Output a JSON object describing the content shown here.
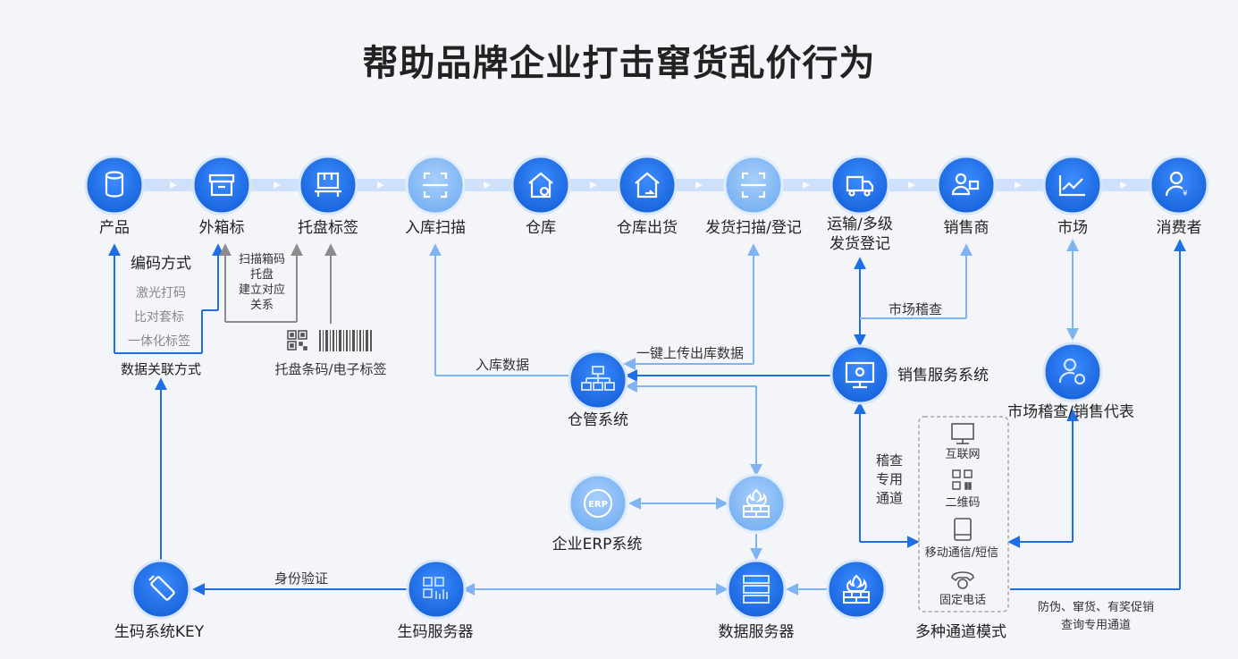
{
  "title": "帮助品牌企业打击窜货乱价行为",
  "top_nodes": [
    {
      "id": "product",
      "label": "产品",
      "icon": "cylinder-icon"
    },
    {
      "id": "carton",
      "label": "外箱标",
      "icon": "box-icon"
    },
    {
      "id": "pallet-tag",
      "label": "托盘标签",
      "icon": "pallet-icon"
    },
    {
      "id": "inbound-scan",
      "label": "入库扫描",
      "icon": "scan-icon"
    },
    {
      "id": "warehouse",
      "label": "仓库",
      "icon": "warehouse-icon"
    },
    {
      "id": "warehouse-out",
      "label": "仓库出货",
      "icon": "warehouse-out-icon"
    },
    {
      "id": "ship-scan",
      "label": "发货扫描/登记",
      "icon": "scan-icon"
    },
    {
      "id": "transport",
      "label": "运输/多级",
      "label2": "发货登记",
      "icon": "truck-icon"
    },
    {
      "id": "dealer",
      "label": "销售商",
      "icon": "dealer-icon"
    },
    {
      "id": "market",
      "label": "市场",
      "icon": "chart-icon"
    },
    {
      "id": "consumer",
      "label": "消费者",
      "icon": "consumer-icon"
    }
  ],
  "encoding": {
    "title": "编码方式",
    "methods": [
      "激光打码",
      "比对套标",
      "一体化标签"
    ],
    "link": "数据关联方式"
  },
  "pallet_note": [
    "扫描箱码",
    "托盘",
    "建立对应",
    "关系"
  ],
  "pallet_code_label": "托盘条码/电子标签",
  "edges": {
    "inbound_data": "入库数据",
    "upload_out": "一键上传出库数据",
    "market_inspect": "市场稽查",
    "auth": "身份验证",
    "inspect_channel": [
      "稽查",
      "专用",
      "通道"
    ],
    "anti_fake": [
      "防伪、窜货、有奖促销",
      "查询专用通道"
    ]
  },
  "systems": {
    "wms": "仓管系统",
    "sales": "销售服务系统",
    "inspector": "市场稽查/销售代表",
    "erp": "企业ERP系统",
    "erp_badge": "ERP",
    "data_server": "数据服务器",
    "code_server": "生码服务器",
    "code_key": "生码系统KEY",
    "multi_channel": "多种通道模式"
  },
  "channels": [
    "互联网",
    "二维码",
    "移动通信/短信",
    "固定电话"
  ],
  "colors": {
    "primary": "#1e6fe6",
    "light": "#8cbdf5",
    "track": "#cfe0fa",
    "gray": "#8c8c8c"
  }
}
